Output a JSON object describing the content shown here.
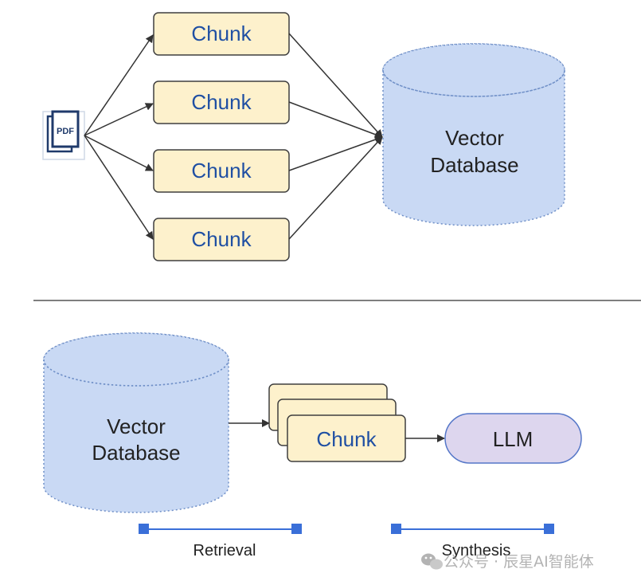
{
  "top": {
    "pdf_icon_label": "PDF",
    "chunks": [
      "Chunk",
      "Chunk",
      "Chunk",
      "Chunk"
    ],
    "database_line1": "Vector",
    "database_line2": "Database"
  },
  "bottom": {
    "database_line1": "Vector",
    "database_line2": "Database",
    "chunk_label": "Chunk",
    "llm_label": "LLM",
    "retrieval_label": "Retrieval",
    "synthesis_label": "Synthesis"
  },
  "watermark": {
    "text": "公众号 · 辰星AI智能体"
  },
  "colors": {
    "chunk_fill": "#fdf1cc",
    "chunk_stroke": "#3f3f3f",
    "chunk_text": "#1f4fa3",
    "db_fill": "#c9d9f4",
    "db_stroke": "#6f8fc7",
    "llm_fill": "#ddd6ee",
    "llm_stroke": "#5577c8",
    "scale_bar": "#3a6fd8",
    "arrow": "#333333",
    "text": "#222222",
    "divider": "#555555"
  }
}
